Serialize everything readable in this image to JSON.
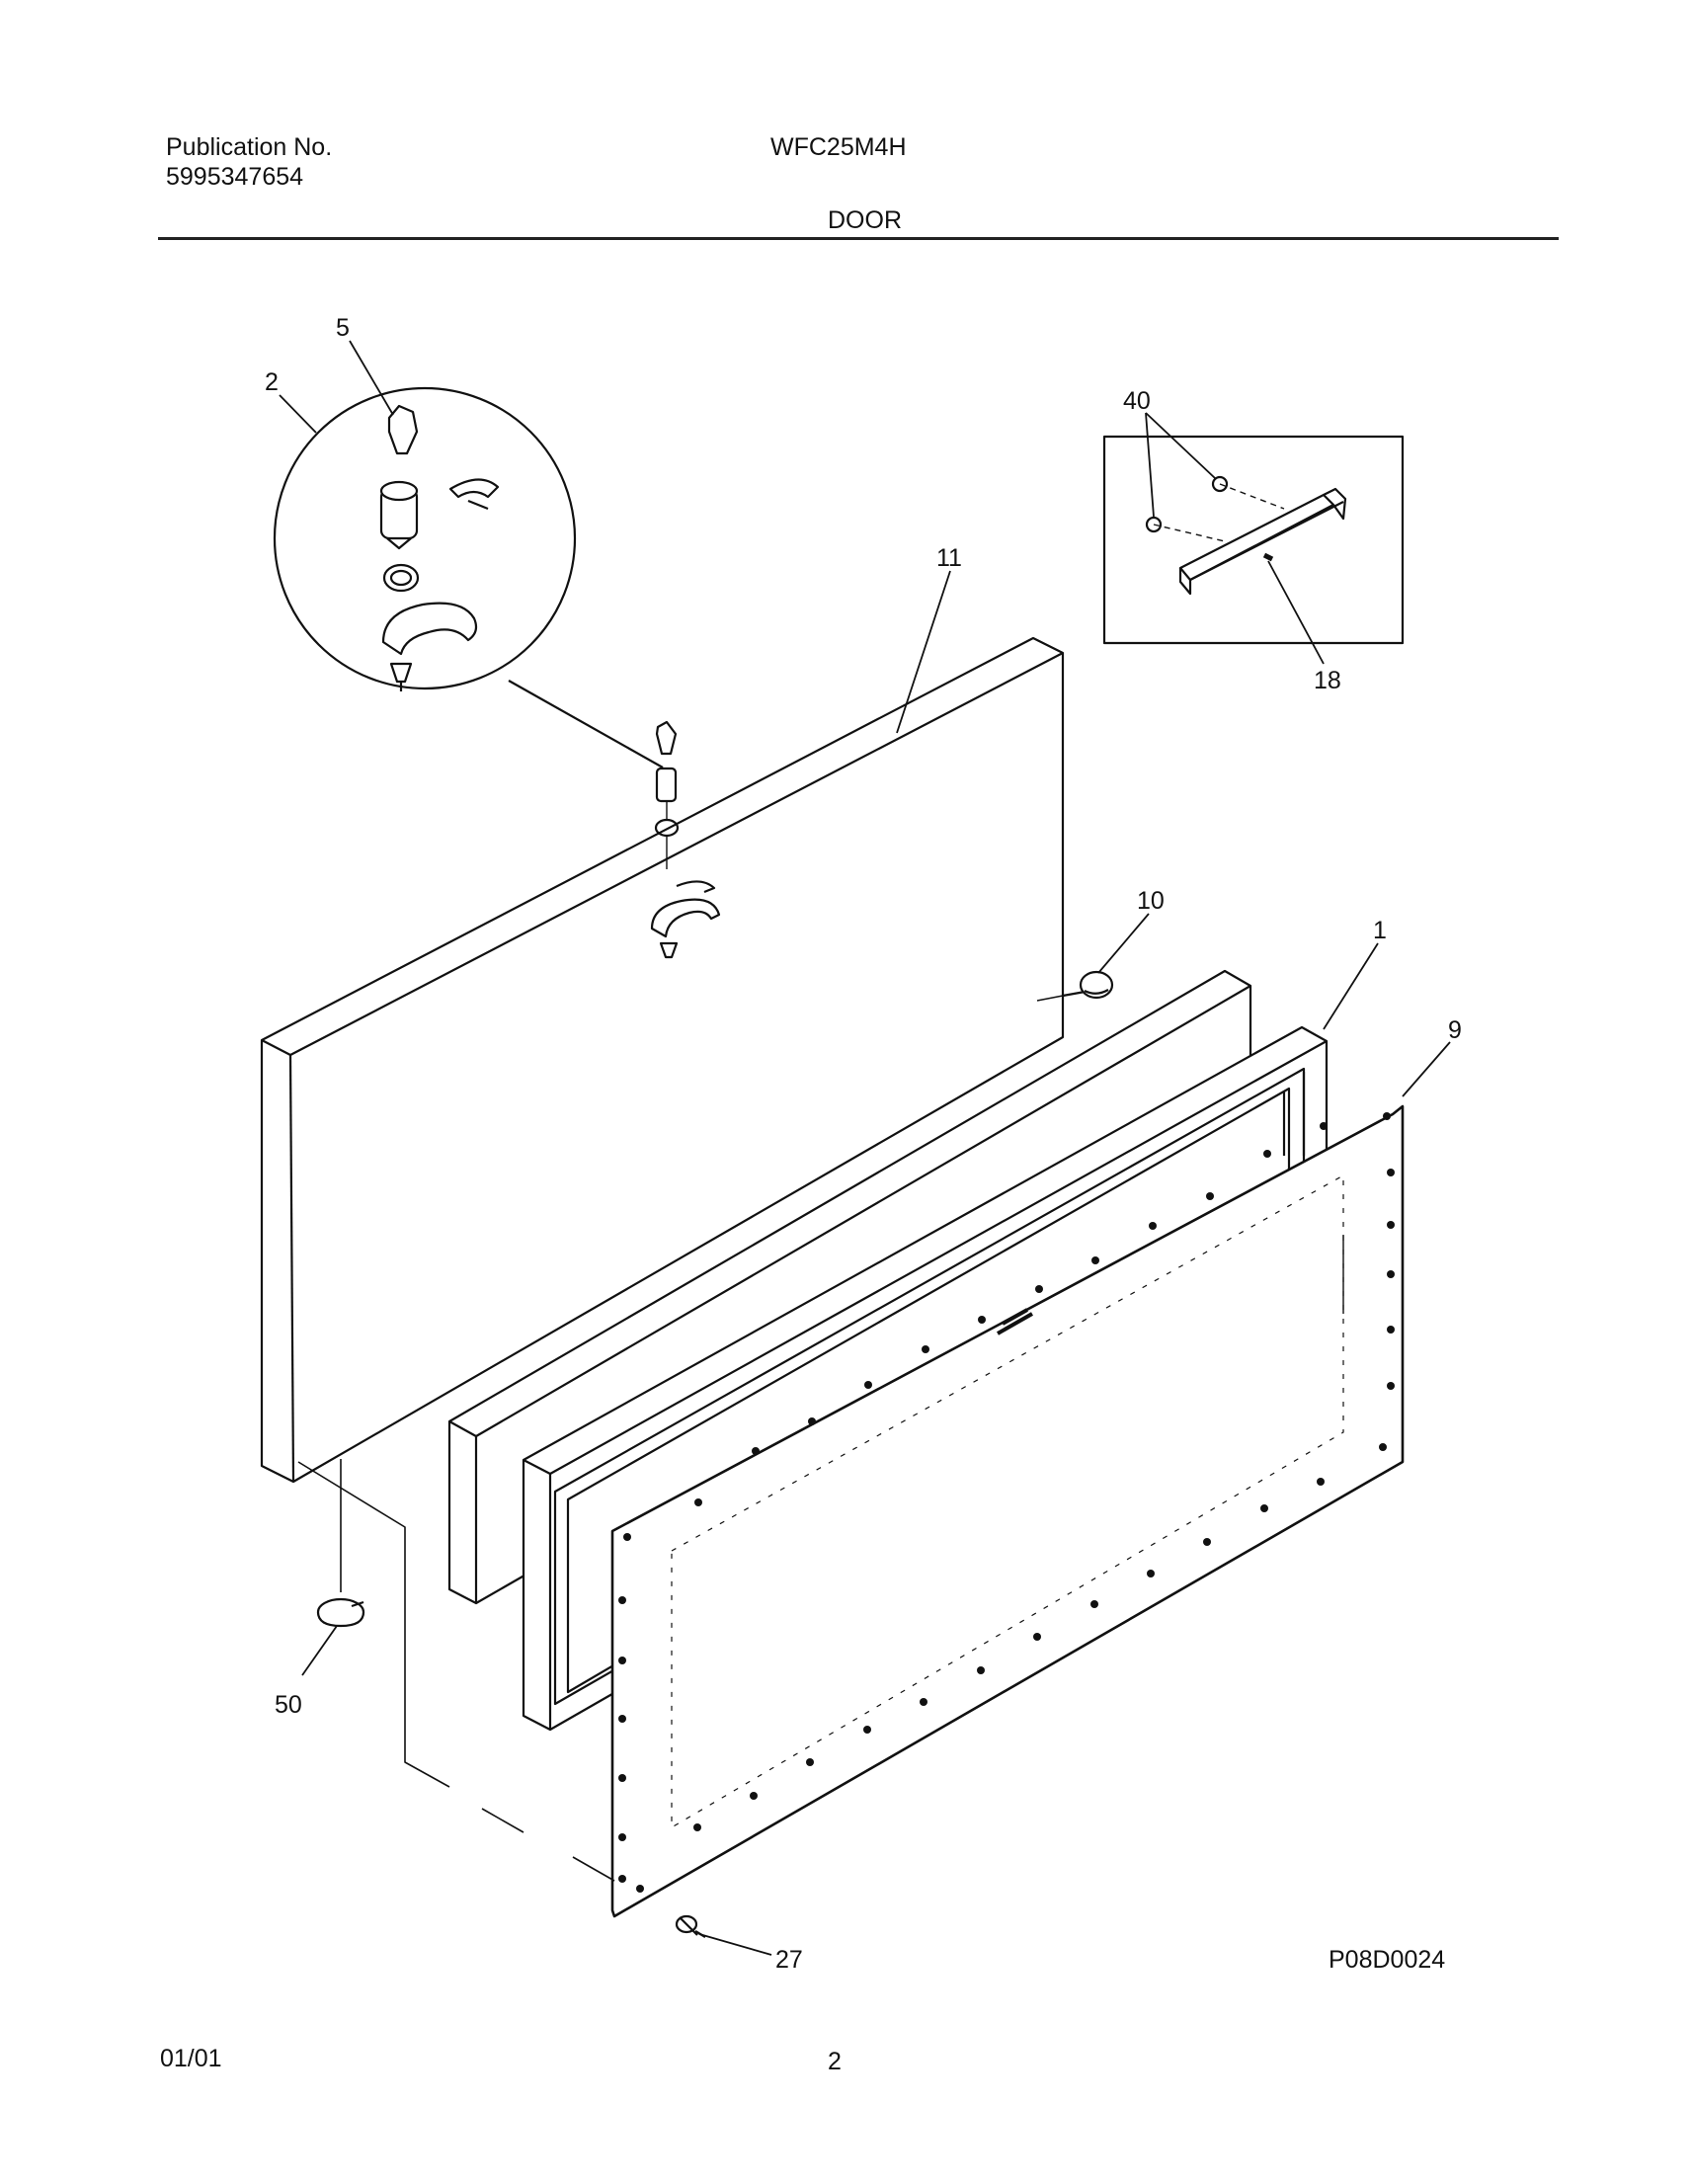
{
  "header": {
    "publication_label": "Publication No.",
    "publication_number": "5995347654",
    "model": "WFC25M4H",
    "section_title": "DOOR"
  },
  "diagram": {
    "callouts": [
      "5",
      "2",
      "40",
      "11",
      "18",
      "10",
      "1",
      "9",
      "50",
      "27"
    ],
    "figure_code": "P08D0024"
  },
  "footer": {
    "date": "01/01",
    "page_number": "2"
  }
}
